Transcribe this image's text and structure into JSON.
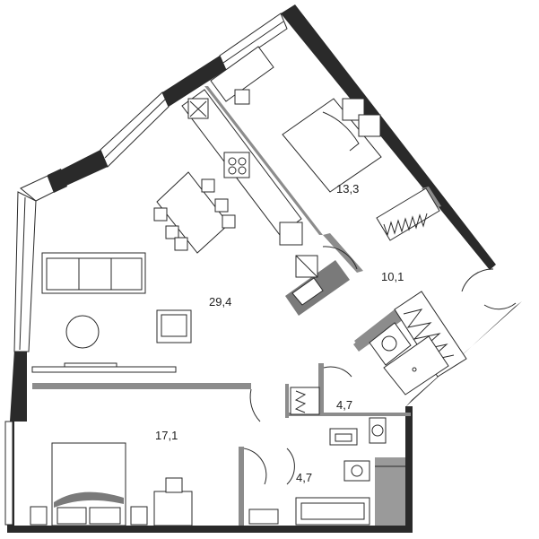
{
  "colors": {
    "wall": "#2a2a2a",
    "partition": "#8c8c8c",
    "worktop": "#7a7a7a",
    "shaft": "#9a9a9a",
    "background": "#ffffff"
  },
  "rooms": [
    {
      "id": "living-kitchen",
      "area": "29,4"
    },
    {
      "id": "bedroom-small",
      "area": "13,3"
    },
    {
      "id": "hallway",
      "area": "10,1"
    },
    {
      "id": "bedroom-master",
      "area": "17,1"
    },
    {
      "id": "bathroom-upper",
      "area": "4,7"
    },
    {
      "id": "bathroom-lower",
      "area": "4,7"
    }
  ]
}
